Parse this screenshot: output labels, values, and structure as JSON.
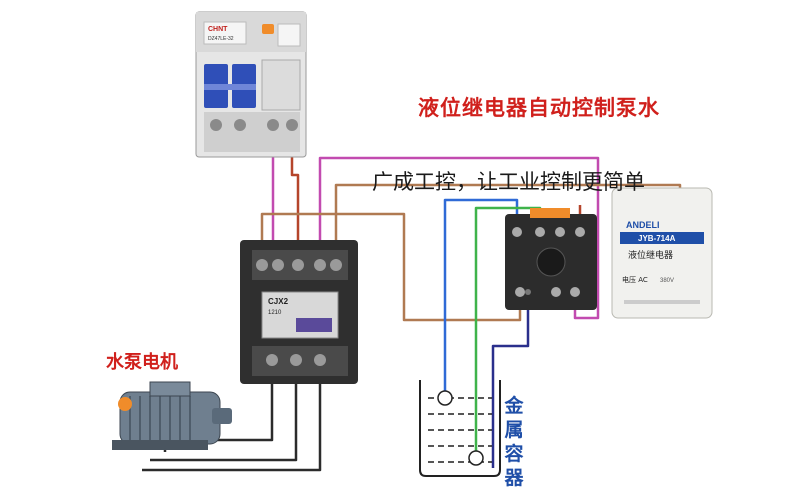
{
  "diagram": {
    "title": "液位继电器自动控制泵水",
    "watermark": "广成工控，让工业控制更简单",
    "motor_label": "水泵电机",
    "container_label": "金属容器",
    "breaker": {
      "brand": "CHNT",
      "model": "DZ47LE-32"
    },
    "contactor": {
      "model": "CJX2",
      "model_code": "1210"
    },
    "relay": {
      "brand": "ANDELI",
      "model": "JYB-714A",
      "name": "液位继电器",
      "voltage": "电压 AC",
      "voltage_value": "380V"
    },
    "colors": {
      "title_red": "#d0201c",
      "label_blue": "#1f4fa8",
      "wire_pink": "#c24bb0",
      "wire_brown": "#b07a52",
      "wire_darkred": "#b5452b",
      "wire_blue": "#2f6ad6",
      "wire_green": "#3fb34a",
      "wire_navy": "#2a2f8c",
      "wire_black": "#2b2b2b"
    }
  }
}
